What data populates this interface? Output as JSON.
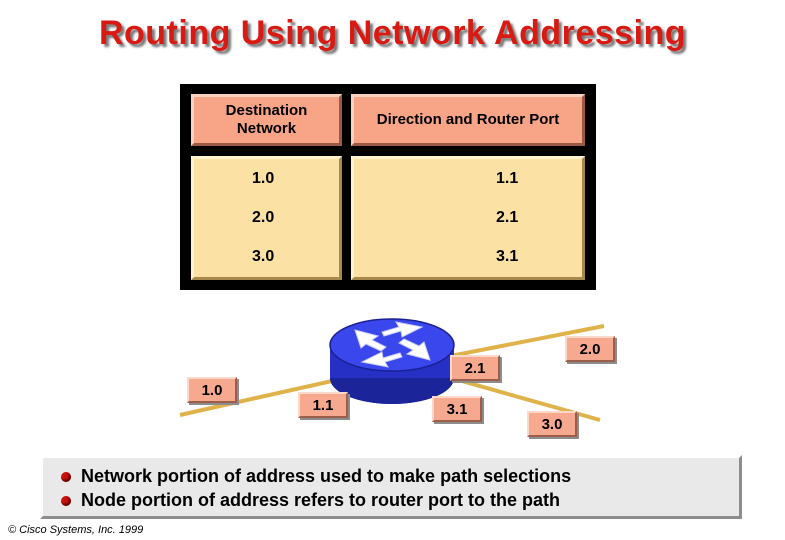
{
  "title": "Routing Using Network Addressing",
  "table": {
    "col1_header": "Destination Network",
    "col2_header": "Direction and Router Port",
    "rows": [
      {
        "network": "1.0",
        "port": "1.1"
      },
      {
        "network": "2.0",
        "port": "2.1"
      },
      {
        "network": "3.0",
        "port": "3.1"
      }
    ]
  },
  "diagram": {
    "labels": {
      "net1": "1.0",
      "port1": "1.1",
      "net2": "2.0",
      "port2": "2.1",
      "port3": "3.1",
      "net3": "3.0"
    }
  },
  "bullets": [
    "Network portion of address used to make path selections",
    "Node portion of address refers to router port to the path"
  ],
  "copyright": "© Cisco Systems, Inc. 1999",
  "colors": {
    "title": "#d81a12",
    "header_fill": "#f8a486",
    "body_fill": "#fbe1a3",
    "router": "#2f3de0",
    "line": "#e0b24a",
    "bullet": "#c8120c"
  }
}
